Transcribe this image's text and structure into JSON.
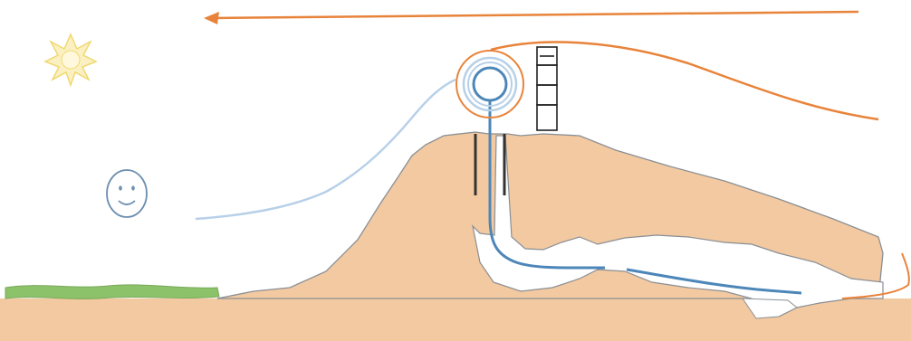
{
  "diagram": {
    "description_elements": [
      "sun-icon",
      "smiley-face-icon",
      "wind-arrow",
      "ground-grass",
      "mountain",
      "sloped-plateau",
      "vertical-shaft",
      "cooling-pipe",
      "heat-exchanger-rings",
      "stacked-boxes",
      "warm-air-curve",
      "cool-air-curve",
      "tunnel-cavity"
    ],
    "colors": {
      "background": "#ffffff",
      "earth": "#f2c9a0",
      "earth_outline": "#9aa3ab",
      "grass": "#8cc26a",
      "warm_flow": "#e8833a",
      "cool_flow_light": "#b7d0e8",
      "cool_flow_dark": "#4d86b8",
      "shaft_wall": "#333333",
      "sun": "#f6e39a",
      "face": "#6d8fb0",
      "box": "#222222"
    }
  }
}
